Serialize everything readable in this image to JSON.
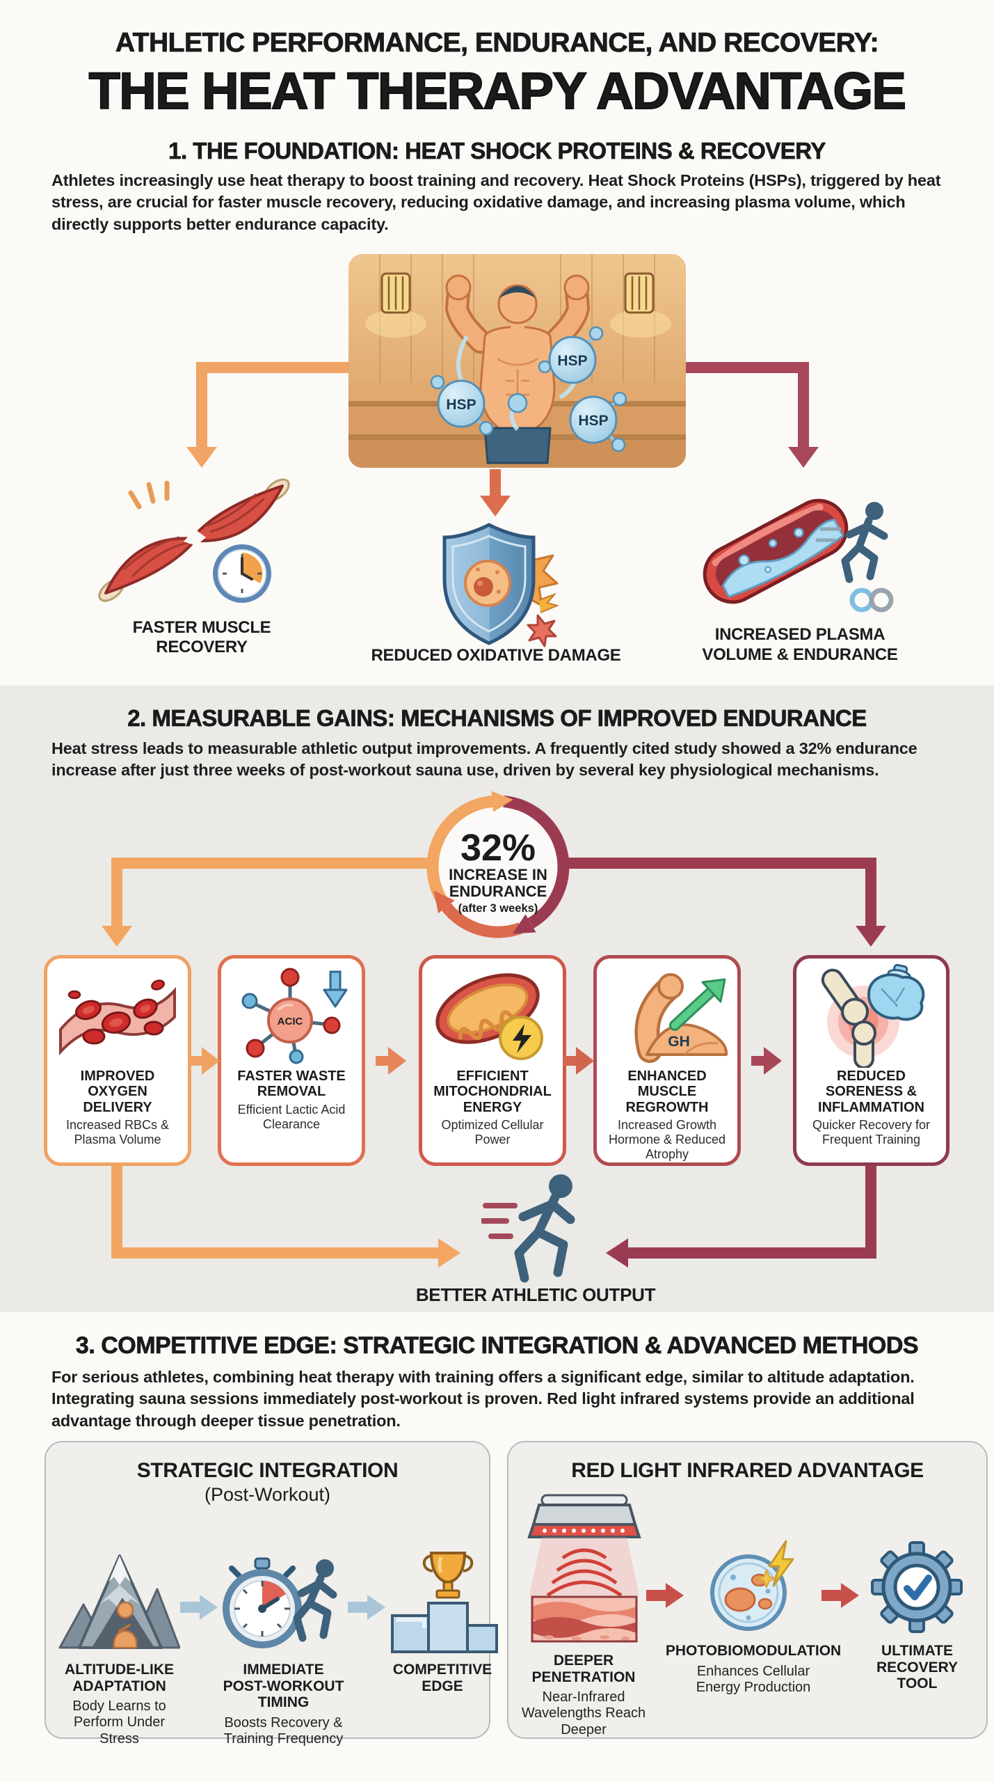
{
  "colors": {
    "page_bg": "#FBFAF7",
    "section2_bg": "#EBEAE7",
    "orange": "#F0A465",
    "orange_red": "#DC6E4E",
    "rose_red": "#A8485A",
    "maroon": "#9B3B52",
    "box_borders": [
      "#F0A265",
      "#E0714F",
      "#CE5A4B",
      "#B04B51",
      "#8F3A4D"
    ],
    "gap_arrows": [
      "#F0A265",
      "#E68557",
      "#D3654E",
      "#A84757"
    ],
    "panel_bg": "#F0EFEC",
    "panel_border": "#B7BBC0",
    "panel_arrow_blue": "#A9C6D8",
    "panel_arrow_red": "#C8504A"
  },
  "header": {
    "title_line1": "ATHLETIC PERFORMANCE, ENDURANCE, AND RECOVERY:",
    "title_line2": "THE HEAT THERAPY ADVANTAGE"
  },
  "section1": {
    "heading": "1. THE FOUNDATION: HEAT SHOCK PROTEINS & RECOVERY",
    "paragraph": "Athletes increasingly use heat therapy to boost training and recovery. Heat Shock Proteins (HSPs), triggered by heat stress, are crucial for faster muscle recovery, reducing oxidative damage, and increasing plasma volume, which directly supports better endurance capacity.",
    "hsp_labels": [
      "HSP",
      "HSP",
      "HSP"
    ],
    "outcomes": [
      {
        "label": "FASTER MUSCLE RECOVERY",
        "icon": "torn-muscle-clock-icon"
      },
      {
        "label": "REDUCED OXIDATIVE DAMAGE",
        "icon": "shield-cell-icon"
      },
      {
        "label": "INCREASED PLASMA VOLUME & ENDURANCE",
        "icon": "blood-vessel-runner-icon"
      }
    ]
  },
  "section2": {
    "heading": "2. MEASURABLE GAINS: MECHANISMS OF IMPROVED ENDURANCE",
    "paragraph": "Heat stress leads to measurable athletic output improvements. A frequently cited study showed a 32% endurance increase after just three weeks of post-workout sauna use, driven by several key physiological mechanisms.",
    "stat": {
      "value": "32%",
      "line1": "INCREASE IN",
      "line2": "ENDURANCE",
      "line3": "(after 3 weeks)"
    },
    "mechanisms": [
      {
        "title": "IMPROVED OXYGEN DELIVERY",
        "subtitle": "Increased RBCs & Plasma Volume",
        "icon": "red-blood-cells-icon"
      },
      {
        "title": "FASTER WASTE REMOVAL",
        "subtitle": "Efficient Lactic Acid Clearance",
        "icon": "lactic-acid-molecule-icon",
        "molecule_label": "ACIC"
      },
      {
        "title": "EFFICIENT MITOCHONDRIAL ENERGY",
        "subtitle": "Optimized Cellular Power",
        "icon": "mitochondria-energy-icon"
      },
      {
        "title": "ENHANCED MUSCLE REGROWTH",
        "subtitle": "Increased Growth Hormone & Reduced Atrophy",
        "icon": "bicep-growth-icon",
        "gh_label": "GH"
      },
      {
        "title": "REDUCED SORENESS & INFLAMMATION",
        "subtitle": "Quicker Recovery for Frequent Training",
        "icon": "knee-ice-pack-icon"
      }
    ],
    "output_label": "BETTER ATHLETIC OUTPUT"
  },
  "section3": {
    "heading": "3. COMPETITIVE EDGE: STRATEGIC INTEGRATION & ADVANCED METHODS",
    "paragraph": "For serious athletes, combining heat therapy with training offers a significant edge, similar to altitude adaptation. Integrating sauna sessions immediately post-workout is proven. Red light infrared systems provide an additional advantage through deeper tissue penetration.",
    "panel_left": {
      "title": "STRATEGIC INTEGRATION",
      "subtitle": "(Post-Workout)",
      "items": [
        {
          "title": "ALTITUDE-LIKE ADAPTATION",
          "subtitle": "Body Learns to Perform Under Stress",
          "icon": "mountain-adaptation-icon"
        },
        {
          "title": "IMMEDIATE POST-WORKOUT TIMING",
          "subtitle": "Boosts Recovery & Training Frequency",
          "icon": "stopwatch-runner-icon"
        },
        {
          "title": "COMPETITIVE EDGE",
          "subtitle": "",
          "icon": "trophy-podium-icon"
        }
      ]
    },
    "panel_right": {
      "title": "RED LIGHT INFRARED ADVANTAGE",
      "items": [
        {
          "title": "DEEPER PENETRATION",
          "subtitle": "Near-Infrared Wavelengths Reach Deeper",
          "icon": "red-light-panel-icon"
        },
        {
          "title": "PHOTOBIOMODULATION",
          "subtitle": "Enhances Cellular Energy Production",
          "icon": "cell-energy-icon"
        },
        {
          "title": "ULTIMATE RECOVERY TOOL",
          "subtitle": "",
          "icon": "gear-check-icon"
        }
      ]
    }
  }
}
